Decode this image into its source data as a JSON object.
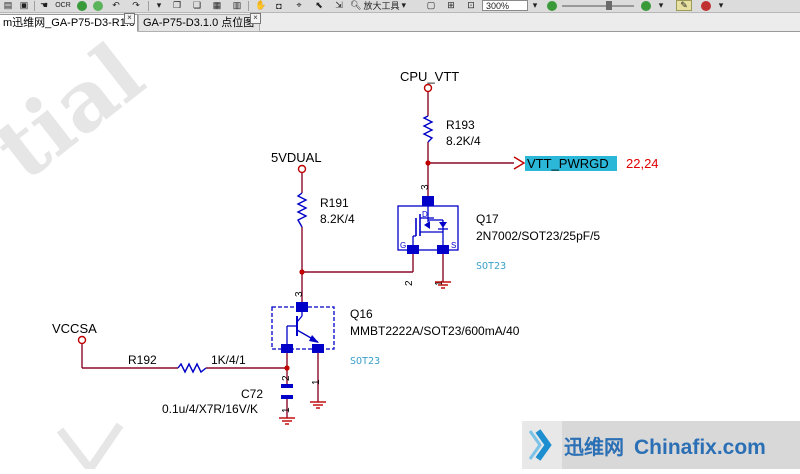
{
  "toolbar": {
    "ocr_label": "OCR",
    "zoom_tool_label": "放大工具",
    "zoom_value": "300%"
  },
  "tabs": [
    {
      "label": "m迅维网_GA-P75-D3-R1.0",
      "close": "×"
    },
    {
      "label": "GA-P75-D3.1.0 点位图",
      "close": "×"
    }
  ],
  "schematic": {
    "nets": {
      "cpu_vtt": "CPU_VTT",
      "vdual": "5VDUAL",
      "vccsa": "VCCSA",
      "vtt_pwrgd": "VTT_PWRGD",
      "vtt_pwrgd_pages": "22,24"
    },
    "r193": {
      "ref": "R193",
      "value": "8.2K/4"
    },
    "r191": {
      "ref": "R191",
      "value": "8.2K/4"
    },
    "r192": {
      "ref": "R192",
      "value": "1K/4/1"
    },
    "c72": {
      "ref": "C72",
      "value": "0.1u/4/X7R/16V/K"
    },
    "q17": {
      "ref": "Q17",
      "value": "2N7002/SOT23/25pF/5",
      "package": "SOT23",
      "pin_d": "D",
      "pin_g": "G",
      "pin_s": "S"
    },
    "q16": {
      "ref": "Q16",
      "value": "MMBT2222A/SOT23/600mA/40",
      "package": "SOT23"
    },
    "pins": {
      "q17_3": "3",
      "q17_2": "2",
      "q17_1": "1",
      "q16_3": "3",
      "q16_1": "1",
      "c72_2": "2",
      "c72_1": "1"
    }
  },
  "watermark": {
    "left_text": "tial",
    "brand_cn": "迅维网",
    "brand_en": "Chinafix.com"
  },
  "colors": {
    "wire": "#8b0a2a",
    "component": "#0000c8",
    "net_text": "#000000",
    "offpage_text": "#e00000",
    "highlight": "#2ab7d8",
    "watermark_blue": "#2b6fb5"
  }
}
